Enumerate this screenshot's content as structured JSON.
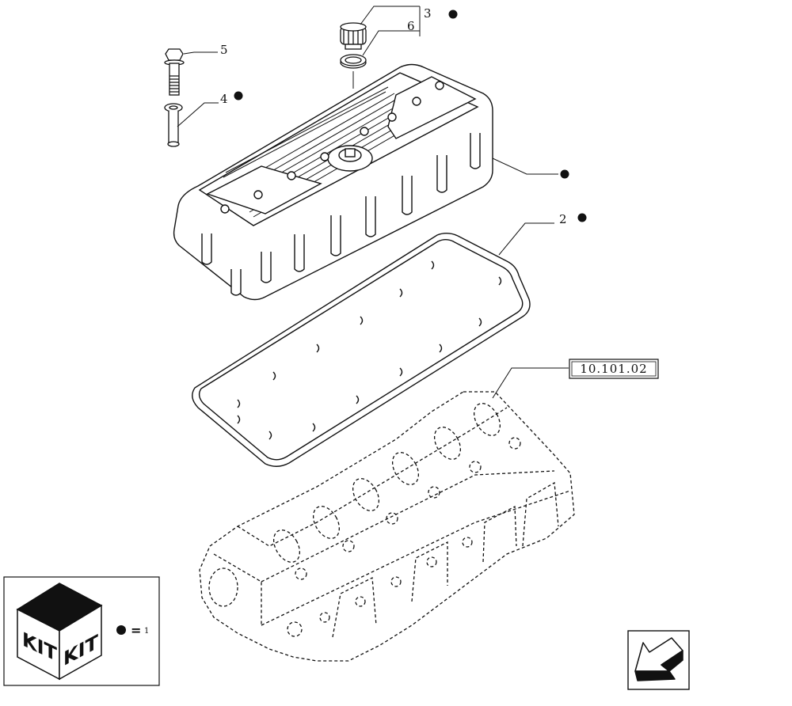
{
  "callouts": {
    "item_3": "3",
    "item_6": "6",
    "item_5": "5",
    "item_4": "4",
    "item_2": "2"
  },
  "reference": {
    "code": "10.101.02"
  },
  "legend": {
    "kit_label_left": "KIT",
    "kit_label_right": "KIT",
    "equals": "=",
    "qty": "1"
  },
  "colors": {
    "ink": "#111111",
    "paper": "#ffffff"
  },
  "icons": {
    "marker": "filled-dot",
    "nav": "arrow-back-icon",
    "kit": "kit-cube-icon"
  }
}
